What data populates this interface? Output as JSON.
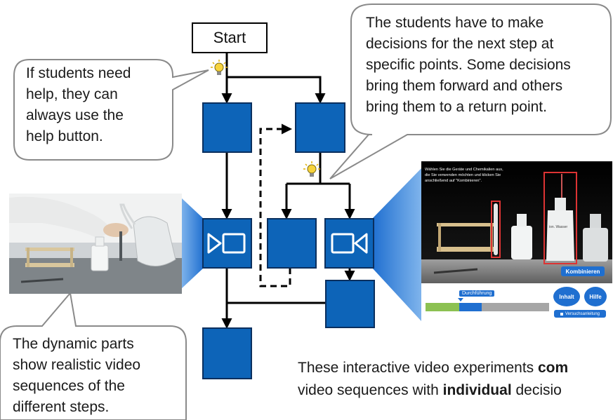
{
  "start": {
    "label": "Start"
  },
  "help_bubble": {
    "lines": [
      "If students need",
      "help, they can",
      "always use the",
      "help button."
    ]
  },
  "decision_bubble": {
    "lines": [
      "The students have to make",
      "decisions for the next step at",
      "specific points. Some decisions",
      "bring them forward and others",
      "bring them to a return point."
    ]
  },
  "video_bubble": {
    "lines": [
      "The dynamic parts",
      "show realistic video",
      "sequences of the",
      "different steps."
    ]
  },
  "footer": {
    "line1_pre": "These interactive video experiments ",
    "line1_bold": "com",
    "line2_pre": "video sequences with ",
    "line2_bold": "individual",
    "line2_post": " decisio"
  },
  "app_screenshot": {
    "instruction_lines": [
      "Wählen Sie die Geräte und Chemikalien aus,",
      "die Sie verwenden möchten und klicken Sie",
      "anschließend auf \"Kombinieren\"."
    ],
    "combine_button": "Kombinieren",
    "progress_label": "Durchführung",
    "content_button": "Inhalt",
    "help_button": "Hilfe",
    "manual_button": "Versuchsanleitung",
    "bottle_label": "ion. Wasser"
  },
  "colors": {
    "box_fill": "#0d64b8",
    "box_stroke": "#0a2f5e",
    "lightbulb": "#f7d33c",
    "beam": "#1f6fd0",
    "progress_green": "#8cc152"
  },
  "icons": {
    "lightbulb": "lightbulb-icon",
    "video_forward": "video-play-icon",
    "video_back": "video-camera-icon"
  }
}
